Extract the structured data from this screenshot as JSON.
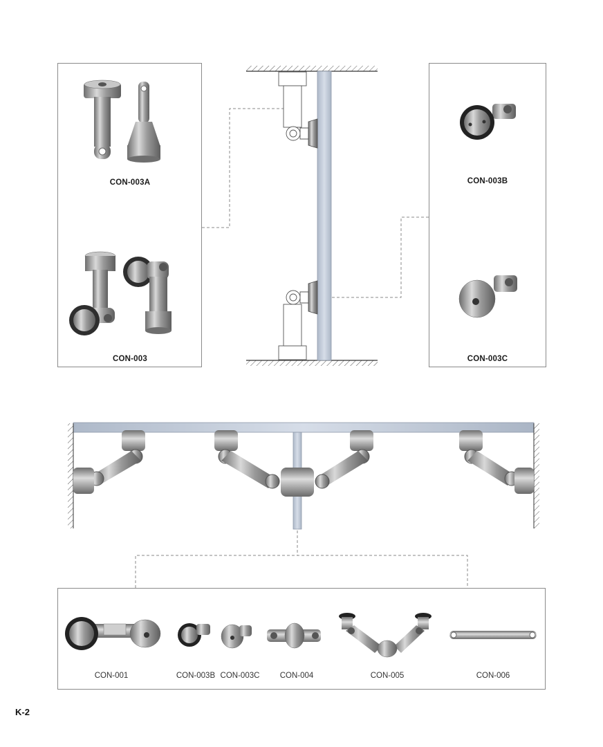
{
  "top_left_box": {
    "items": [
      {
        "label": "CON-003A",
        "icon": "con-003a-fitting-icon"
      },
      {
        "label": "CON-003",
        "icon": "con-003-fitting-icon"
      }
    ]
  },
  "top_right_box": {
    "items": [
      {
        "label": "CON-003B",
        "icon": "con-003b-fitting-icon"
      },
      {
        "label": "CON-003C",
        "icon": "con-003c-fitting-icon"
      }
    ]
  },
  "bottom_box": {
    "items": [
      {
        "label": "CON-001"
      },
      {
        "label": "CON-003B"
      },
      {
        "label": "CON-003C"
      },
      {
        "label": "CON-004"
      },
      {
        "label": "CON-005"
      },
      {
        "label": "CON-006"
      }
    ]
  },
  "page": {
    "number": "K-2"
  },
  "colors": {
    "steel": "#a9a9a9",
    "glass": "#c9d3e0",
    "border": "#8a8a8a",
    "dash": "#8a8a8a"
  }
}
